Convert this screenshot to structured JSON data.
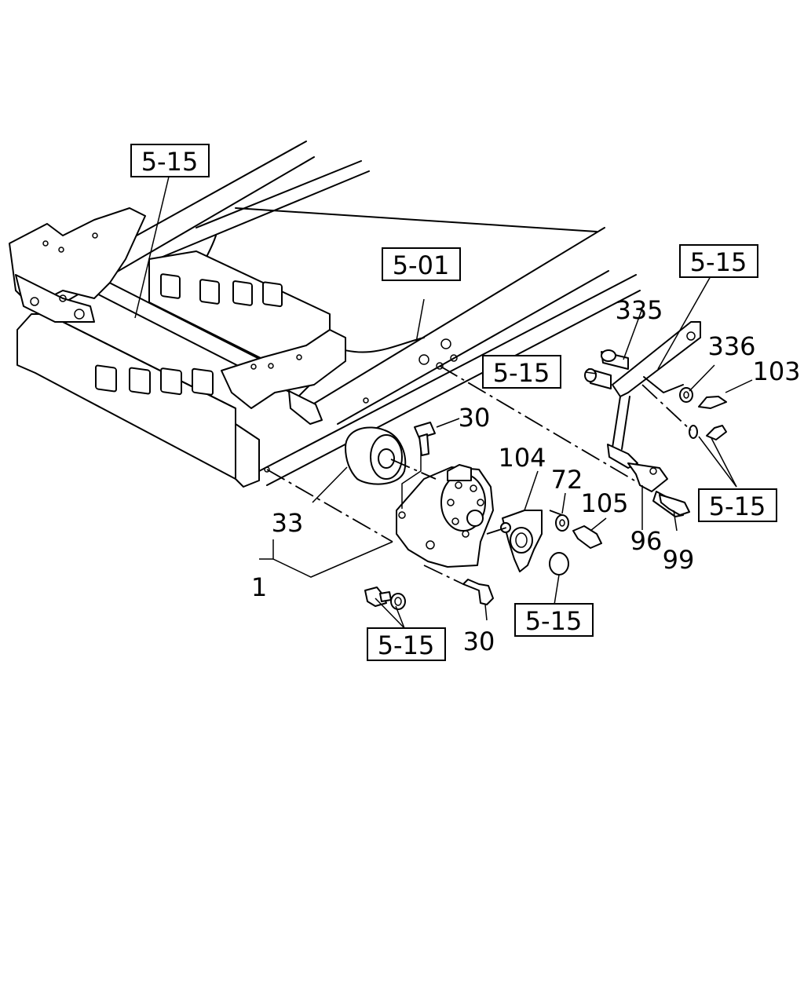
{
  "refs": {
    "r1": "5-15",
    "r2": "5-01",
    "r3": "5-15",
    "r4": "5-15",
    "r5": "5-15",
    "r6": "5-15",
    "r7": "5-15"
  },
  "labels": {
    "p335": "335",
    "p336": "336",
    "p103": "103",
    "p30a": "30",
    "p104": "104",
    "p72": "72",
    "p105": "105",
    "p33": "33",
    "p96": "96",
    "p99": "99",
    "p1": "1",
    "p30b": "30"
  }
}
